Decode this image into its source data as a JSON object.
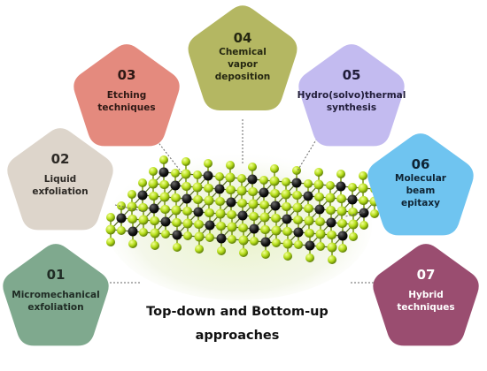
{
  "title_lines": [
    "Top-down and Bottom-up",
    "approaches"
  ],
  "items": [
    {
      "number": "01",
      "lines": [
        "Micromechanical",
        "exfoliation"
      ],
      "color": "#7fa98e",
      "text_color": "#1f2b24"
    },
    {
      "number": "02",
      "lines": [
        "Liquid",
        "exfoliation"
      ],
      "color": "#ddd5cb",
      "text_color": "#2d2a26"
    },
    {
      "number": "03",
      "lines": [
        "Etching",
        "techniques"
      ],
      "color": "#e48a7e",
      "text_color": "#2e1814"
    },
    {
      "number": "04",
      "lines": [
        "Chemical",
        "vapor",
        "deposition"
      ],
      "color": "#b4b762",
      "text_color": "#252711"
    },
    {
      "number": "05",
      "lines": [
        "Hydro(solvo)thermal",
        "synthesis"
      ],
      "color": "#c3bbf0",
      "text_color": "#201c38"
    },
    {
      "number": "06",
      "lines": [
        "Molecular",
        "beam",
        "epitaxy"
      ],
      "color": "#6fc4f0",
      "text_color": "#0f2434"
    },
    {
      "number": "07",
      "lines": [
        "Hybrid",
        "techniques"
      ],
      "color": "#9a4d70",
      "text_color": "#ffffff"
    }
  ]
}
